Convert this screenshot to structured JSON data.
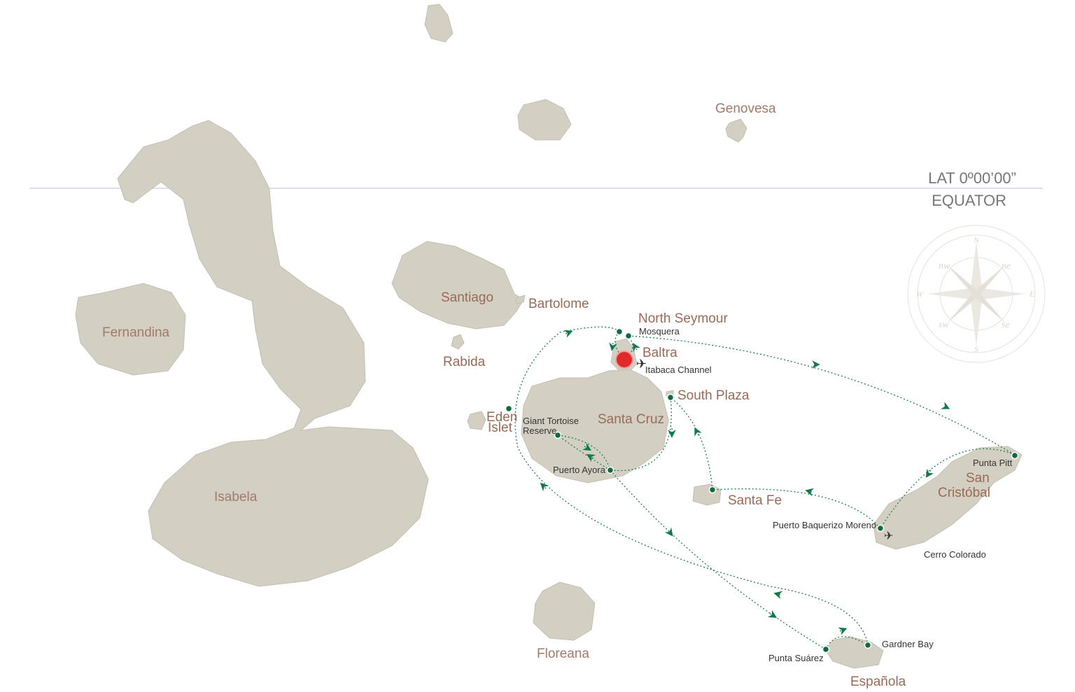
{
  "equator": {
    "lat": "LAT 0º00’00”",
    "label": "EQUATOR"
  },
  "islands": {
    "genovesa": "Genovesa",
    "fernandina": "Fernandina",
    "isabela": "Isabela",
    "santiago": "Santiago",
    "bartolome": "Bartolome",
    "rabida": "Rabida",
    "north_seymour": "North Seymour",
    "baltra": "Baltra",
    "south_plaza": "South Plaza",
    "santa_cruz": "Santa Cruz",
    "eden_1": "Eden",
    "eden_2": "Islet",
    "santa_fe": "Santa Fe",
    "san_cristobal_1": "San",
    "san_cristobal_2": "Cristóbal",
    "floreana": "Floreana",
    "espanola": "Española"
  },
  "sites": {
    "mosquera": "Mosquera",
    "itabaca": "Itabaca Channel",
    "tortoise_1": "Giant Tortoise",
    "tortoise_2": "Reserve",
    "puerto_ayora": "Puerto Ayora",
    "puerto_baquerizo": "Puerto Baquerizo Moreno",
    "punta_pitt": "Punta Pitt",
    "cerro_colorado": "Cerro Colorado",
    "gardner_bay": "Gardner Bay",
    "punta_suarez": "Punta Suárez"
  },
  "compass": {
    "n": "N",
    "e": "E",
    "s": "S",
    "w": "W",
    "ne": "ne",
    "nw": "nw",
    "se": "se",
    "sw": "sw"
  },
  "colors": {
    "route": "#1c7d52",
    "start_marker": "#e02a2a",
    "island": "#d3cfc3",
    "label": "#9a6a55"
  }
}
